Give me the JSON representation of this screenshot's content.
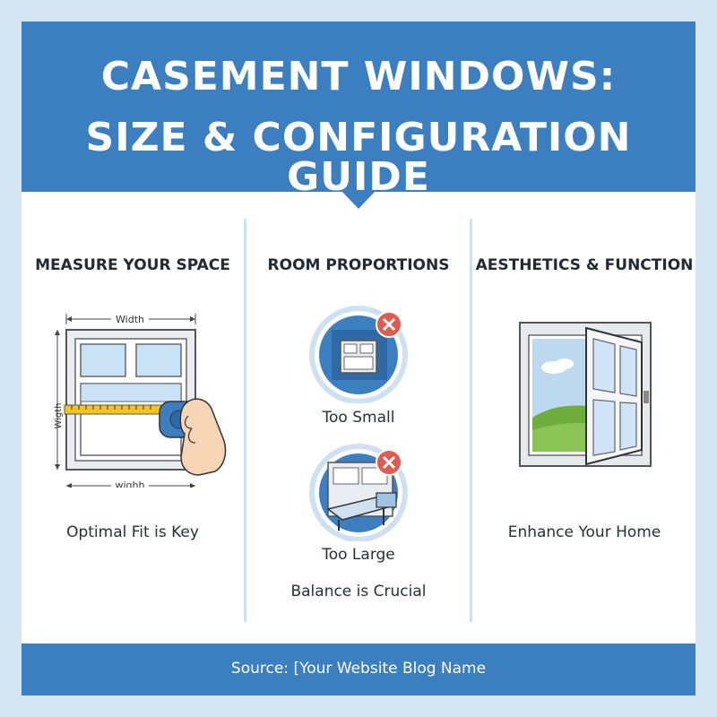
{
  "header": {
    "title_line1": "CASEMENT WINDOWS:",
    "title_line2": "SIZE & CONFIGURATION GUIDE"
  },
  "columns": [
    {
      "heading": "MEASURE YOUR SPACE",
      "label_top": "Width",
      "label_side": "Wigth",
      "label_bottom": "wighh",
      "caption": "Optimal Fit is Key"
    },
    {
      "heading": "ROOM PROPORTIONS",
      "small_label": "Too Small",
      "large_label": "Too Large",
      "caption": "Balance is Crucial"
    },
    {
      "heading": "AESTHETICS & FUNCTION",
      "caption": "Enhance Your Home"
    }
  ],
  "footer": {
    "source": "Source: [Your Website Blog Name"
  },
  "colors": {
    "brand_blue": "#3c7fc1",
    "background": "#d4e6f4",
    "warning_red": "#e05a4f",
    "tape_yellow": "#f3c320",
    "grass_green": "#6fae3c"
  }
}
